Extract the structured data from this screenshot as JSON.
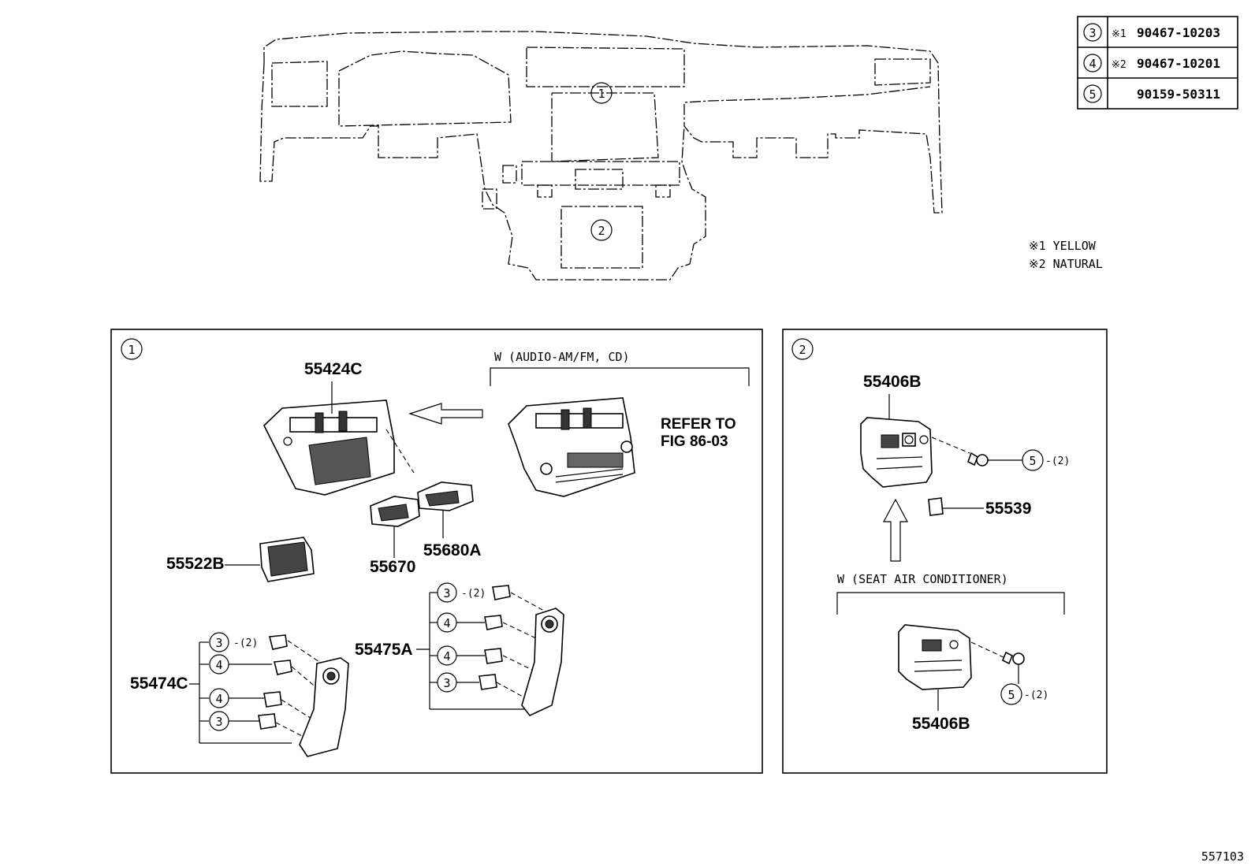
{
  "legend_table": {
    "rows": [
      {
        "ref": "3",
        "mark": "※1",
        "part": "90467-10203"
      },
      {
        "ref": "4",
        "mark": "※2",
        "part": "90467-10201"
      },
      {
        "ref": "5",
        "mark": "",
        "part": "90159-50311"
      }
    ]
  },
  "notes": [
    "※1 YELLOW",
    "※2 NATURAL"
  ],
  "overview": {
    "callout_1": "1",
    "callout_2": "2"
  },
  "panel1": {
    "badge": "1",
    "variant_label": "W (AUDIO-AM/FM, CD)",
    "refer_line1": "REFER TO",
    "refer_line2": "FIG 86-03",
    "parts": {
      "p55424C": "55424C",
      "p55522B": "55522B",
      "p55670": "55670",
      "p55680A": "55680A",
      "p55474C": "55474C",
      "p55475A": "55475A"
    },
    "qty": "-(2)",
    "refs": {
      "r3": "3",
      "r4": "4"
    }
  },
  "panel2": {
    "badge": "2",
    "variant_label": "W (SEAT  AIR  CONDITIONER)",
    "parts": {
      "p55406B_top": "55406B",
      "p55539": "55539",
      "p55406B_bottom": "55406B"
    },
    "qty": "-(2)",
    "ref5": "5"
  },
  "figure_number": "557103"
}
